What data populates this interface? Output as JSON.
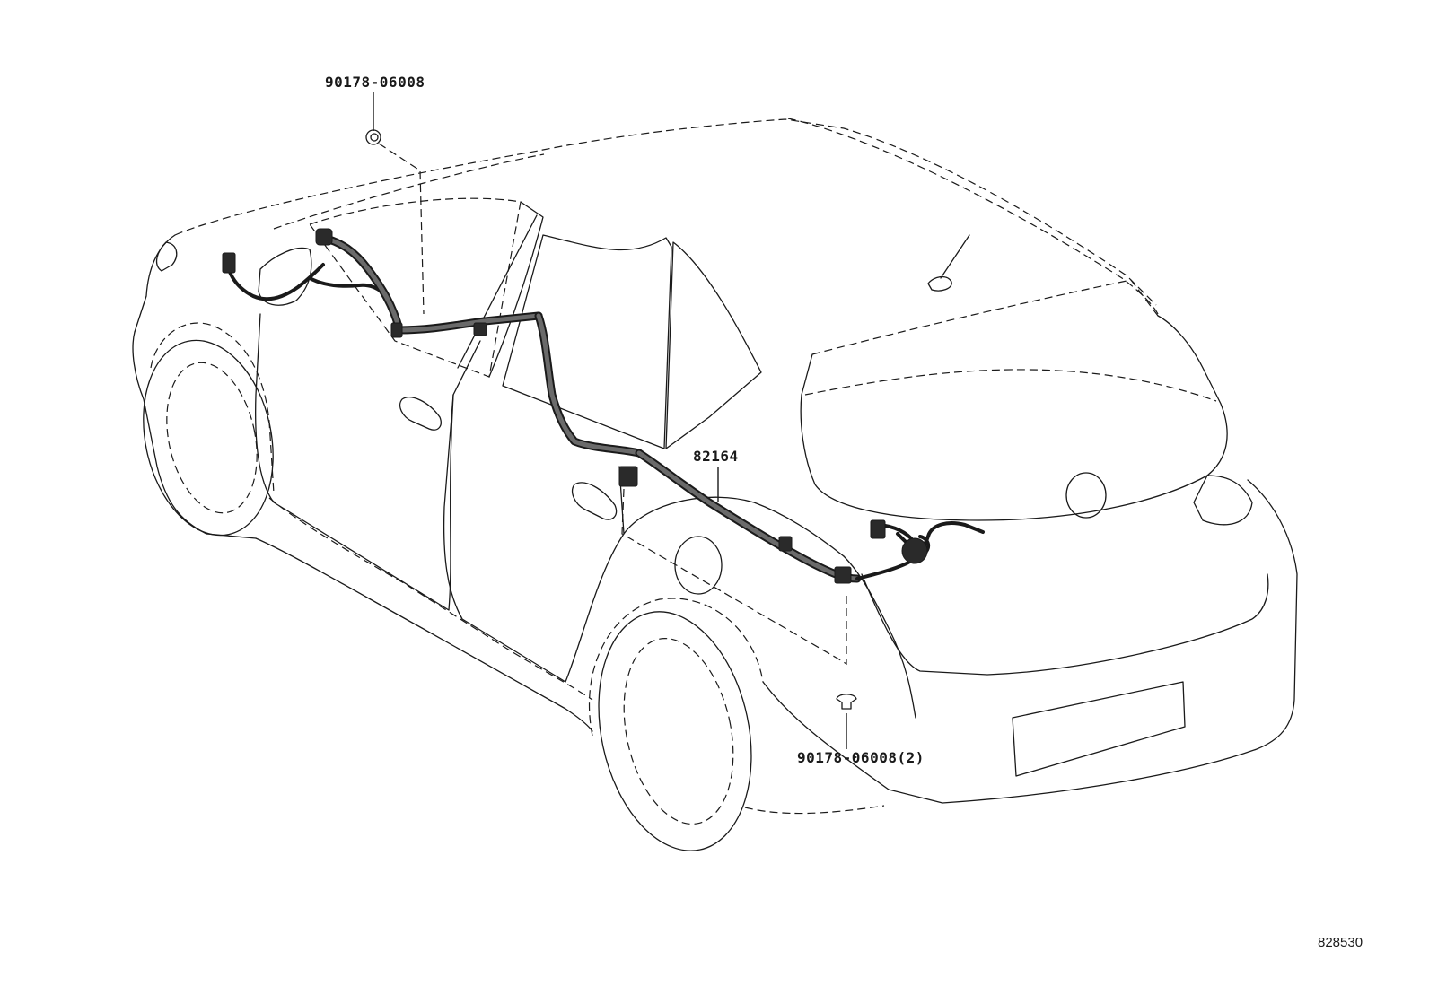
{
  "diagram": {
    "labels": {
      "clip_top": "90178-06008",
      "wire_harness": "82164",
      "clip_bottom": "90178-06008(2)"
    },
    "figure_number": "828530"
  }
}
